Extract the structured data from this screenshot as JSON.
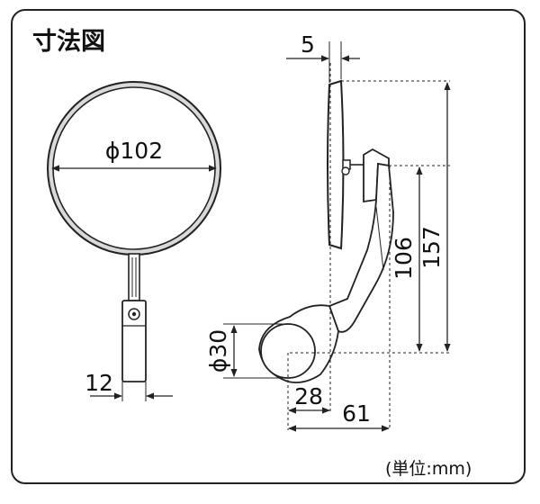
{
  "title": "寸法図",
  "unit_note": "(単位:mm)",
  "dimensions": {
    "mirror_diameter": "ϕ102",
    "clamp_width": "12",
    "mirror_thickness": "5",
    "arm_height": "106",
    "total_height": "157",
    "bar_diameter": "ϕ30",
    "bar_offset": "28",
    "total_depth": "61"
  },
  "icons": {
    "mirror-front-view": "round-mirror-front",
    "mirror-side-view": "mirror-side-profile",
    "bolt-head": "bolt-icon"
  },
  "colors": {
    "line": "#222222",
    "fill": "#ffffff",
    "mirror_ring": "#d9d9d9",
    "mirror_glass": "#c9c9c9"
  }
}
